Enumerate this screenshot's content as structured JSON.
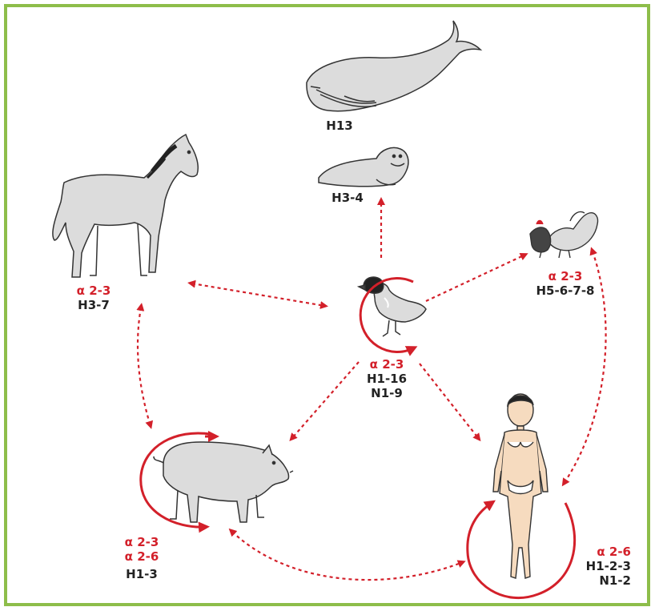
{
  "colors": {
    "frame": "#8dbd4a",
    "arrow": "#d3202a",
    "text": "#222222",
    "fill": "#dcdcdc",
    "outline": "#333333"
  },
  "nodes": {
    "whale": {
      "icon": "whale-icon",
      "lines": [
        "H13"
      ]
    },
    "seal": {
      "icon": "seal-icon",
      "lines": [
        "H3-4"
      ]
    },
    "horse": {
      "icon": "horse-icon",
      "alpha": "α 2-3",
      "lines": [
        "H3-7"
      ]
    },
    "duck": {
      "icon": "duck-icon",
      "alpha": "α 2-3",
      "lines": [
        "H1-16",
        "N1-9"
      ]
    },
    "chicken": {
      "icon": "chicken-icon",
      "alpha": "α 2-3",
      "lines": [
        "H5-6-7-8"
      ]
    },
    "pig": {
      "icon": "pig-icon",
      "alpha": [
        "α 2-3",
        "α 2-6"
      ],
      "lines": [
        "H1-3"
      ]
    },
    "human": {
      "icon": "human-icon",
      "alpha": "α 2-6",
      "lines": [
        "H1-2-3",
        "N1-2"
      ]
    }
  }
}
